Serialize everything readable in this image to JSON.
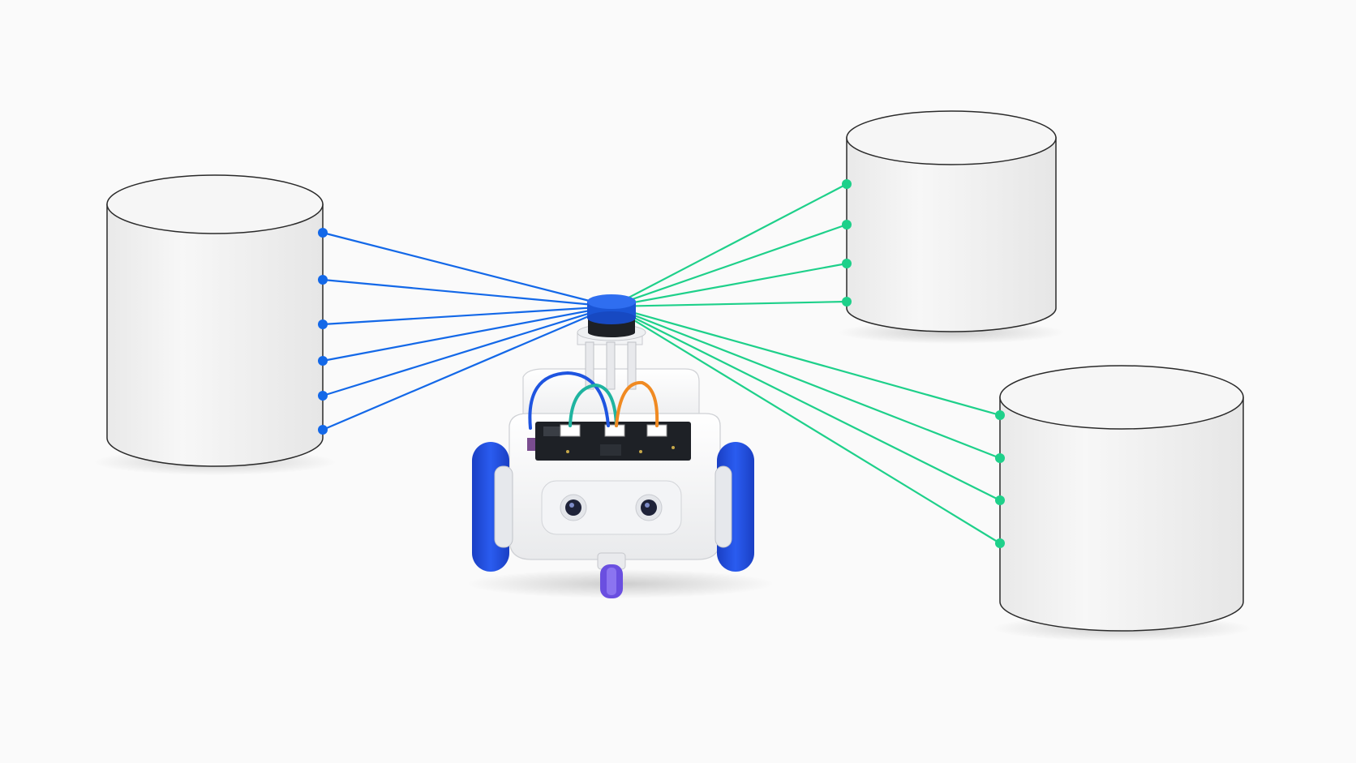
{
  "scene": {
    "background": "#fafafa",
    "subject": "robot-car",
    "obstacles": 3,
    "colors": {
      "scan_left": "#1368e8",
      "scan_right": "#1ed08a",
      "lidar_cap": "#1d5fe0",
      "wheel": "#1f4fe6",
      "caster": "#6a4fe0",
      "chassis": "#ffffff",
      "pcb": "#1e2126",
      "obstacle_fill": "#f0f0f0",
      "obstacle_edge": "#2a2a2a"
    },
    "rays": {
      "left_count": 6,
      "right_top_count": 4,
      "right_bottom_count": 4
    }
  }
}
